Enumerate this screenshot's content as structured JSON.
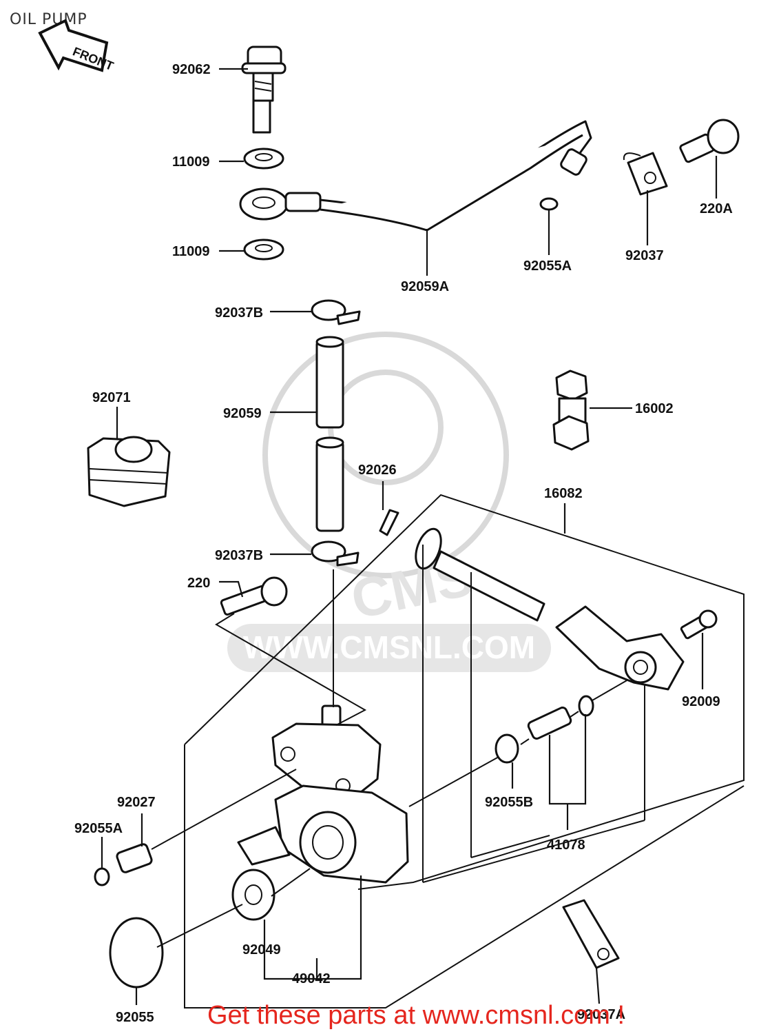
{
  "header": {
    "title": "OIL PUMP"
  },
  "front_arrow_label": "FRONT",
  "watermark": {
    "text": "WWW.CMSNL.COM",
    "logo": "CMS"
  },
  "footer": {
    "text": "Get these parts at www.cmsnl.com !"
  },
  "part_labels": {
    "p92062": "92062",
    "p11009a": "11009",
    "p11009b": "11009",
    "p92059A": "92059A",
    "p92055A_top": "92055A",
    "p92037": "92037",
    "p220A": "220A",
    "p92037B_top": "92037B",
    "p92059": "92059",
    "p92071": "92071",
    "p16002": "16002",
    "p92026": "92026",
    "p16082": "16082",
    "p92037B_bot": "92037B",
    "p220": "220",
    "p92009": "92009",
    "p92027": "92027",
    "p92055A_bot": "92055A",
    "p92055B": "92055B",
    "p41078": "41078",
    "p92049": "92049",
    "p49042": "49042",
    "p92055": "92055",
    "p92037A": "92037A"
  }
}
